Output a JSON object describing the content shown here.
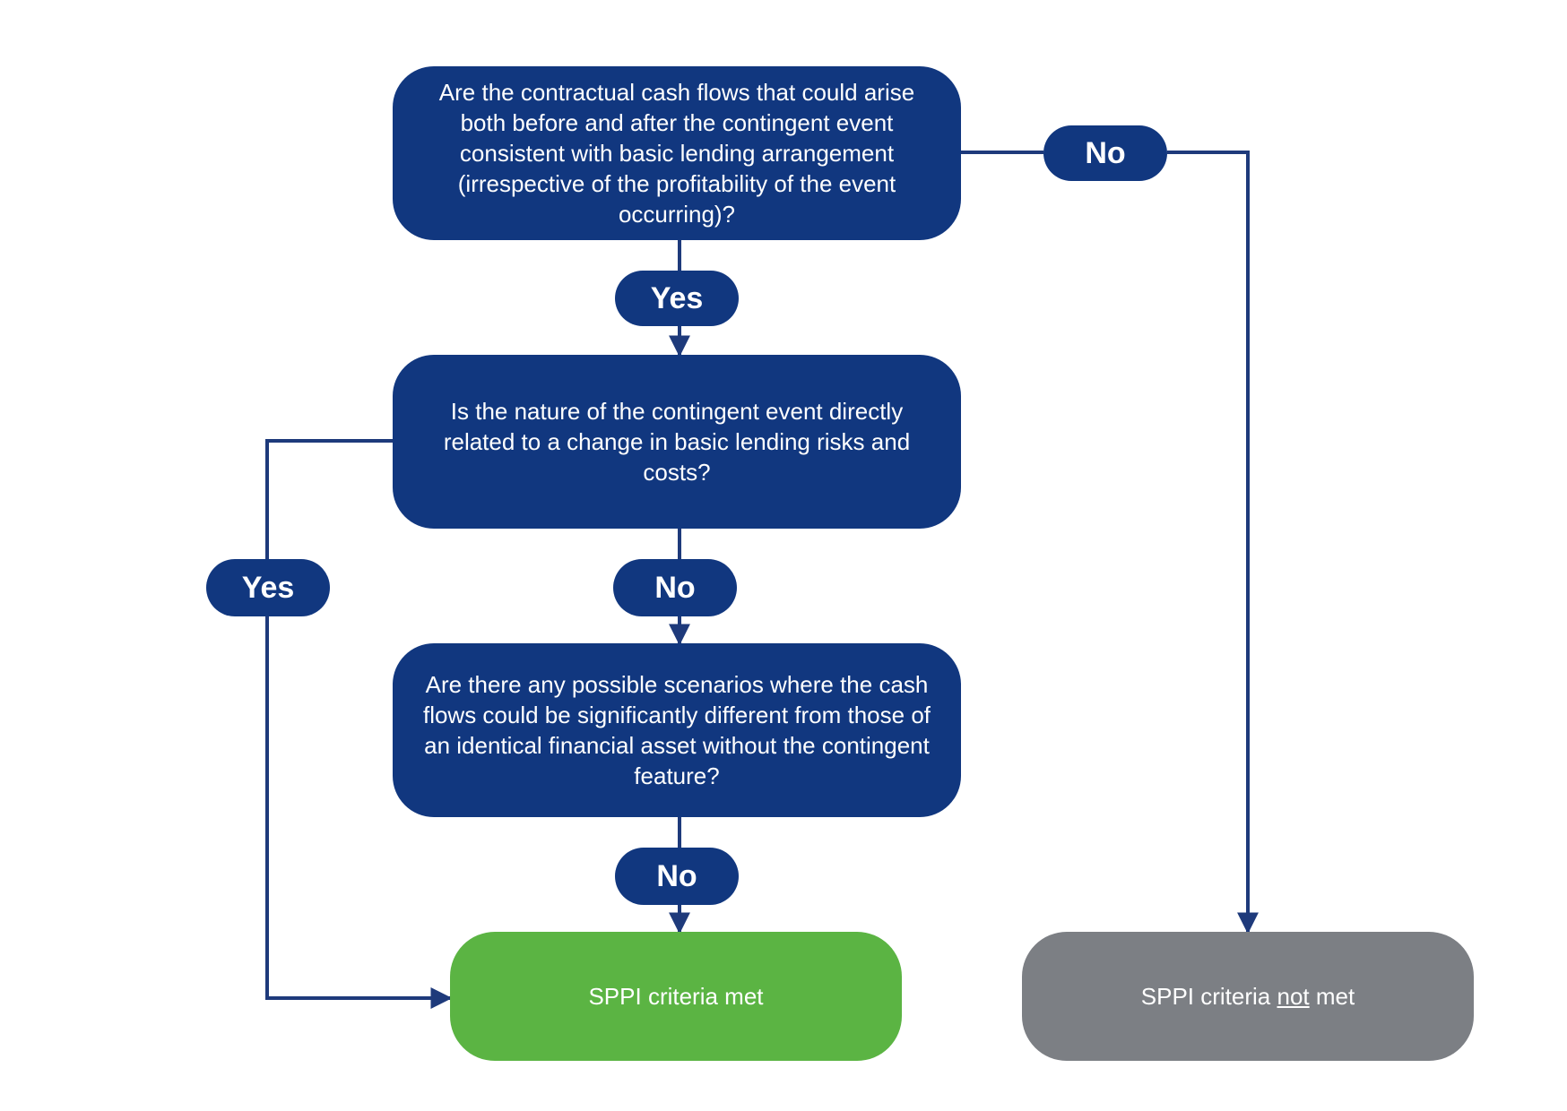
{
  "colors": {
    "node": "#11377f",
    "line": "#1e3a7b",
    "met": "#5bb443",
    "not_met": "#7c7f84",
    "text": "#ffffff"
  },
  "questions": {
    "q1": "Are the contractual cash flows that could arise both before and after the contingent event consistent with basic lending arrangement (irrespective of the profitability of the event occurring)?",
    "q2": "Is the nature of the contingent event directly related to a change in basic lending risks and costs?",
    "q3": "Are there any possible scenarios where the cash flows could be significantly different from those of an identical financial asset without the contingent feature?"
  },
  "labels": {
    "q1_yes": "Yes",
    "q1_no": "No",
    "q2_yes": "Yes",
    "q2_no": "No",
    "q3_no": "No"
  },
  "outcomes": {
    "met": "SPPI criteria met",
    "not_met_before": "SPPI criteria",
    "not_met_emphasis": "not",
    "not_met_after": "met"
  }
}
